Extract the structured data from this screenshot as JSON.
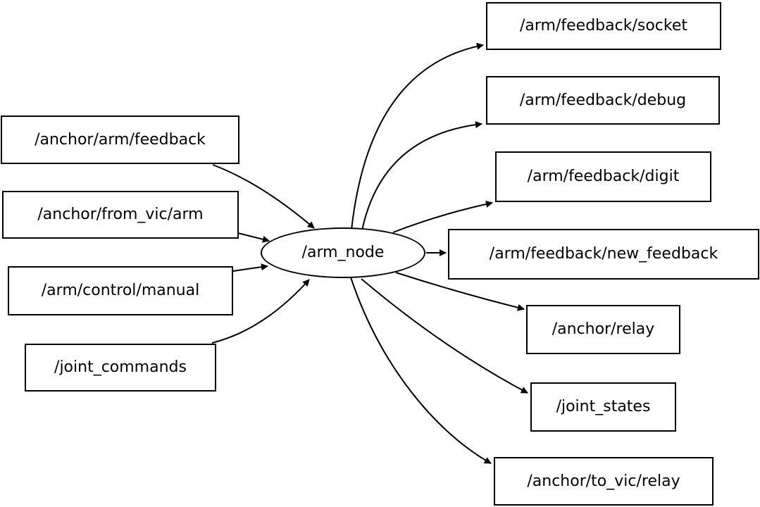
{
  "diagram": {
    "type": "node-graph",
    "background_color": "#ffffff",
    "node_border_color": "#000000",
    "edge_color": "#000000",
    "text_color": "#000000",
    "center_node": {
      "label": "/arm_node",
      "shape": "ellipse"
    },
    "input_topics": [
      {
        "label": "/anchor/arm/feedback"
      },
      {
        "label": "/anchor/from_vic/arm"
      },
      {
        "label": "/arm/control/manual"
      },
      {
        "label": "/joint_commands"
      }
    ],
    "output_topics": [
      {
        "label": "/arm/feedback/socket"
      },
      {
        "label": "/arm/feedback/debug"
      },
      {
        "label": "/arm/feedback/digit"
      },
      {
        "label": "/arm/feedback/new_feedback"
      },
      {
        "label": "/anchor/relay"
      },
      {
        "label": "/joint_states"
      },
      {
        "label": "/anchor/to_vic/relay"
      }
    ],
    "edges": [
      {
        "from": "/anchor/arm/feedback",
        "to": "/arm_node"
      },
      {
        "from": "/anchor/from_vic/arm",
        "to": "/arm_node"
      },
      {
        "from": "/arm/control/manual",
        "to": "/arm_node"
      },
      {
        "from": "/joint_commands",
        "to": "/arm_node"
      },
      {
        "from": "/arm_node",
        "to": "/arm/feedback/socket"
      },
      {
        "from": "/arm_node",
        "to": "/arm/feedback/debug"
      },
      {
        "from": "/arm_node",
        "to": "/arm/feedback/digit"
      },
      {
        "from": "/arm_node",
        "to": "/arm/feedback/new_feedback"
      },
      {
        "from": "/arm_node",
        "to": "/anchor/relay"
      },
      {
        "from": "/arm_node",
        "to": "/joint_states"
      },
      {
        "from": "/arm_node",
        "to": "/anchor/to_vic/relay"
      }
    ]
  }
}
